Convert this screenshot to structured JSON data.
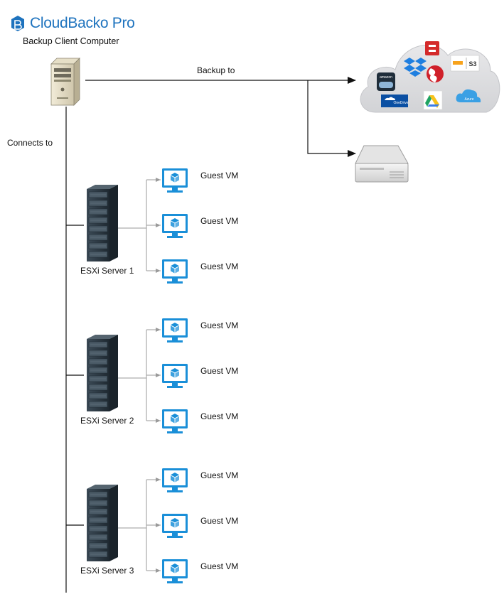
{
  "brand": {
    "name": "CloudBacko Pro",
    "color": "#1e73be"
  },
  "client": {
    "label": "Backup Client Computer",
    "icon": "desktop-tower-icon"
  },
  "edges": {
    "backup_label": "Backup to",
    "connects_label": "Connects to"
  },
  "destinations": {
    "cloud": {
      "icon": "cloud-storage-icon",
      "services": [
        {
          "name": "amazon-cloud-drive-icon",
          "text": "amazon"
        },
        {
          "name": "dropbox-icon",
          "text": ""
        },
        {
          "name": "openstack-icon",
          "text": ""
        },
        {
          "name": "backblaze-icon",
          "text": ""
        },
        {
          "name": "amazon-s3-icon",
          "text": "S3"
        },
        {
          "name": "onedrive-icon",
          "text": "OneDrive"
        },
        {
          "name": "google-drive-icon",
          "text": ""
        },
        {
          "name": "azure-icon",
          "text": "Azure"
        }
      ]
    },
    "local": {
      "icon": "hard-drive-icon"
    }
  },
  "servers": [
    {
      "label": "ESXi Server 1",
      "vms": [
        "Guest VM",
        "Guest VM",
        "Guest VM"
      ]
    },
    {
      "label": "ESXi Server 2",
      "vms": [
        "Guest VM",
        "Guest VM",
        "Guest VM"
      ]
    },
    {
      "label": "ESXi Server 3",
      "vms": [
        "Guest VM",
        "Guest VM",
        "Guest VM"
      ]
    }
  ],
  "colors": {
    "vm_blue": "#1a8fd8",
    "server_dark": "#2c3a45",
    "line": "#111111",
    "vm_arrow": "#9a9a9a"
  }
}
